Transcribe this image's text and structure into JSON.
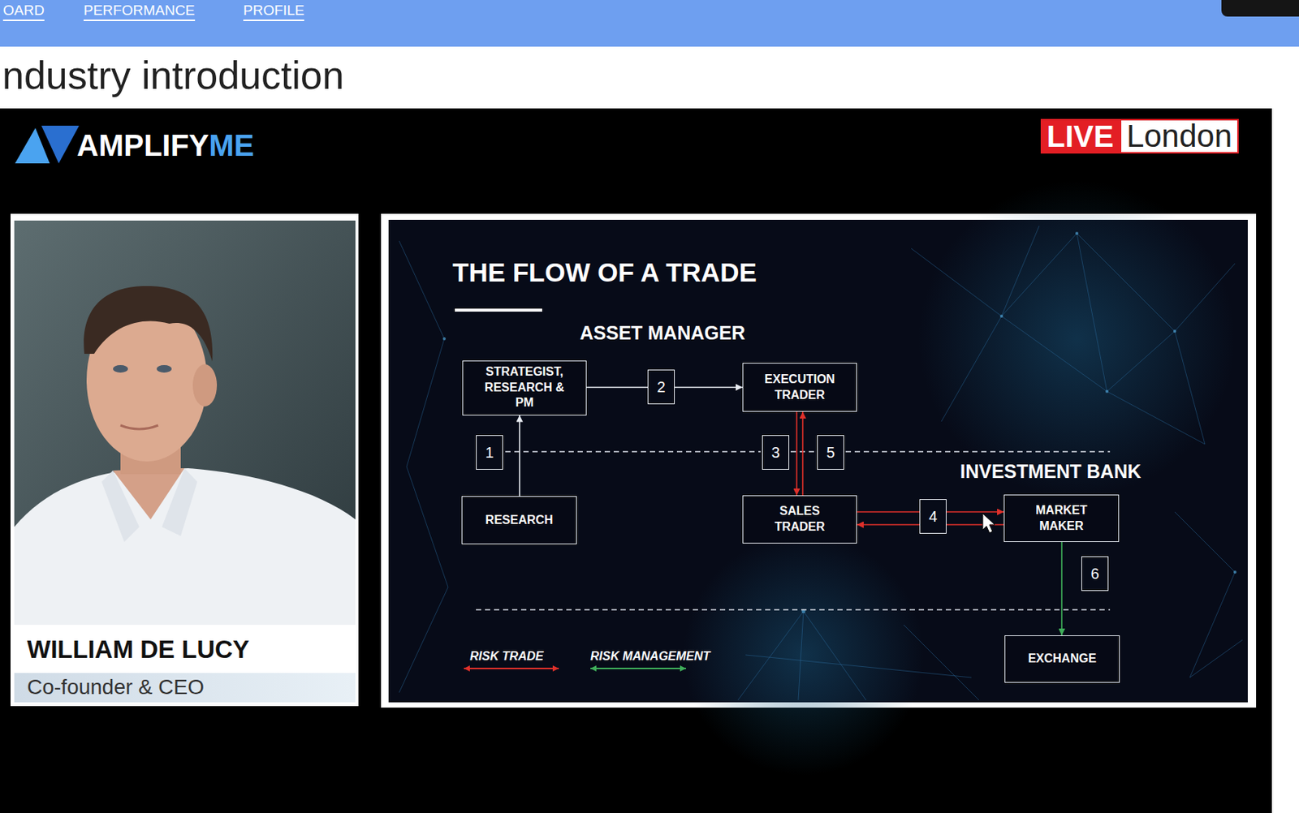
{
  "diagram": {
    "title": "THE FLOW OF A TRADE",
    "nodes": [
      {
        "text": [
          "STRATEGIST, RESEARCH & PM"
        ]
      },
      {
        "text": [
          "EXECUTION TRADER"
        ]
      },
      {
        "text": [
          "RESEARCH"
        ]
      },
      {
        "text": [
          "SALES TRADER"
        ]
      },
      {
        "text": [
          "MARKET MAKER"
        ]
      },
      {
        "text": [
          "EXCHANGE"
        ]
      }
    ],
    "edges": [
      {
        "from": 2,
        "to": 0,
        "arrow": "to",
        "label": "1"
      },
      {
        "from": 0,
        "to": 1,
        "arrow": "to",
        "label": "2"
      },
      {
        "from": 1,
        "to": 3,
        "arrow": "to",
        "label": "3"
      },
      {
        "from": 3,
        "to": 1,
        "arrow": "to",
        "label": "5"
      },
      {
        "from": 3,
        "to": 4,
        "arrow": "to",
        "label": "4"
      },
      {
        "from": 4,
        "to": 3,
        "arrow": "to"
      },
      {
        "from": 4,
        "to": 5,
        "arrow": "to",
        "label": "6"
      }
    ],
    "labels": [
      "OARD",
      "PERFORMANCE",
      "PROFILE",
      "ndustry introduction",
      "AMPLIFY",
      "ME",
      "LIVE",
      "London",
      "WILLIAM DE LUCY",
      "Co-founder & CEO",
      "ASSET MANAGER",
      "INVESTMENT BANK"
    ],
    "legend": [
      {
        "text": "RISK TRADE"
      },
      {
        "text": "RISK MANAGEMENT"
      }
    ]
  }
}
